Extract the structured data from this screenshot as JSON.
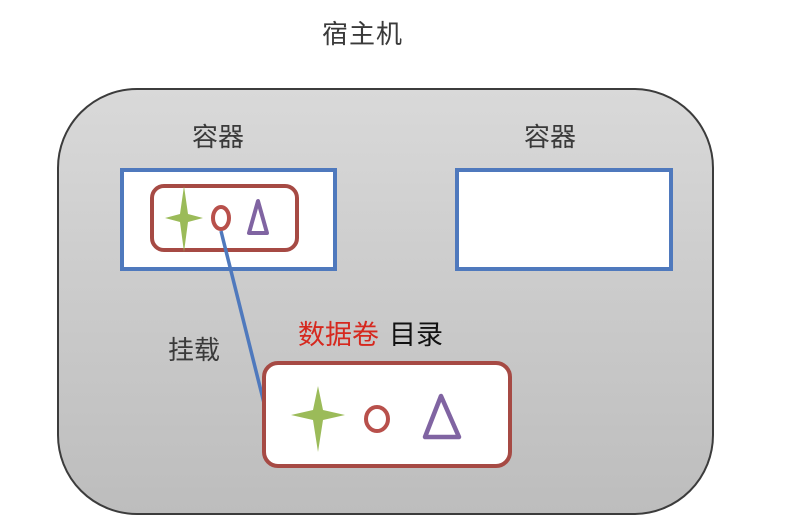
{
  "host": {
    "label": "宿主机"
  },
  "containers": [
    {
      "label": "容器"
    },
    {
      "label": "容器"
    }
  ],
  "mount": {
    "label": "挂载"
  },
  "volume": {
    "label_primary": "数据卷",
    "label_secondary": "目录"
  },
  "colors": {
    "container_border": "#4f79bd",
    "volume_border": "#a64a44",
    "star": "#9bbb59",
    "circle": "#b8504b",
    "triangle": "#8064a2",
    "link_line": "#4f79bd",
    "volume_label": "#d6281e"
  },
  "icons": [
    "star-icon",
    "circle-icon",
    "triangle-icon"
  ]
}
